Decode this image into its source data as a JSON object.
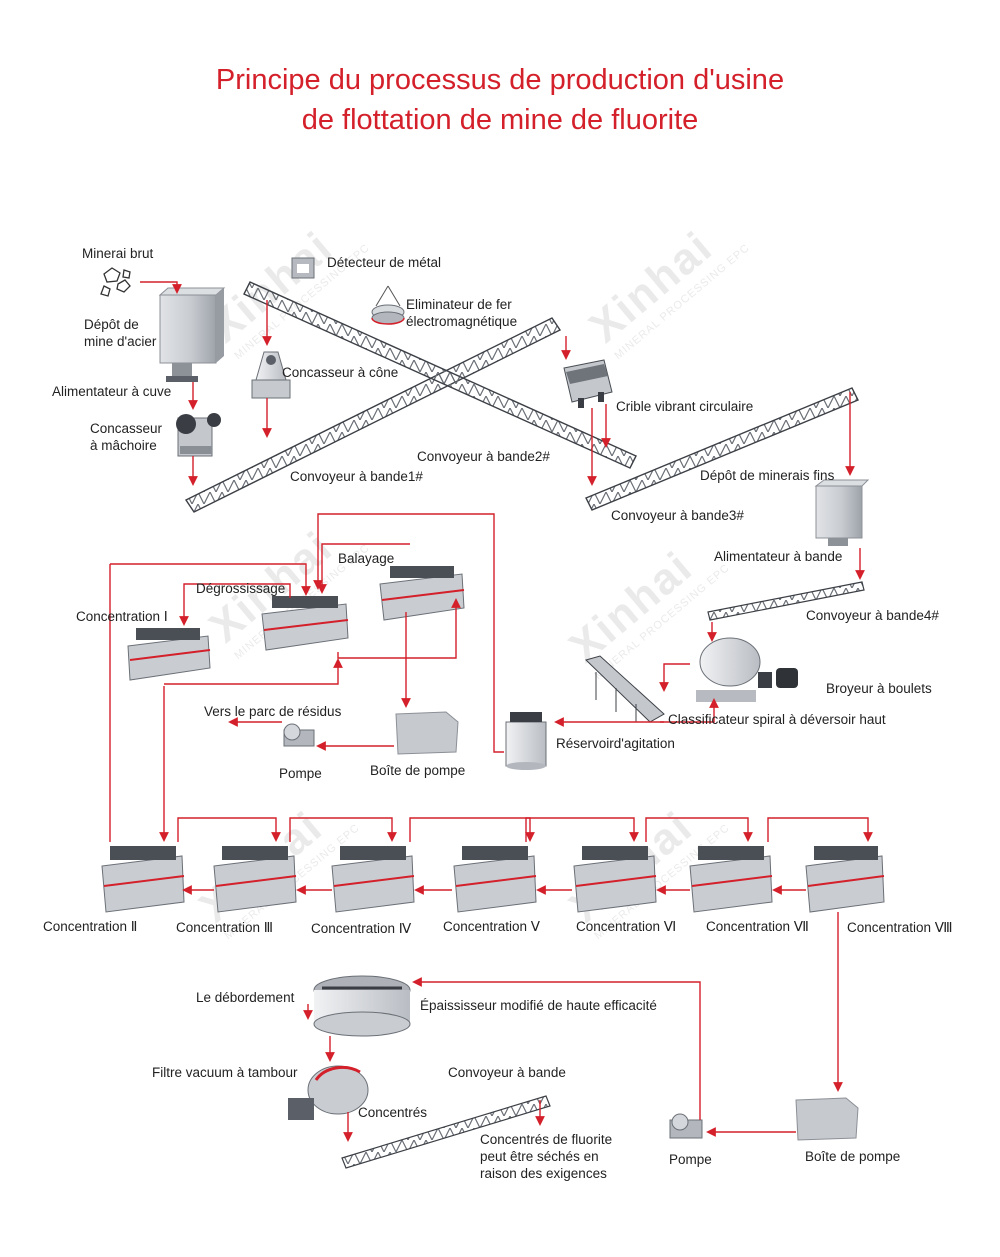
{
  "title": {
    "line1": "Principe du processus de production d'usine",
    "line2": "de flottation de mine de fluorite"
  },
  "watermark": {
    "brand": "Xinhai",
    "tagline": "MINERAL PROCESSING EPC"
  },
  "labels": {
    "raw_ore": "Minerai brut",
    "steel_bin_1": "Dépôt de",
    "steel_bin_2": "mine d'acier",
    "trough_feeder": "Alimentateur à cuve",
    "jaw_crusher_1": "Concasseur",
    "jaw_crusher_2": "à mâchoire",
    "metal_detector": "Détecteur de métal",
    "iron_remover_1": "Eliminateur de fer",
    "iron_remover_2": "électromagnétique",
    "cone_crusher": "Concasseur à cône",
    "vibrating_screen": "Crible vibrant circulaire",
    "conveyor_1": "Convoyeur à bande1#",
    "conveyor_2": "Convoyeur à bande2#",
    "conveyor_3": "Convoyeur à bande3#",
    "fine_ore_bin": "Dépôt de minerais fins",
    "belt_feeder": "Alimentateur à bande",
    "conveyor_4": "Convoyeur à bande4#",
    "ball_mill": "Broyeur à boulets",
    "spiral_classifier": "Classificateur spiral à déversoir haut",
    "agitation_tank": "Réservoird'agitation",
    "scavenging": "Balayage",
    "roughing": "Dégrossissage",
    "concentration_1": "Concentration Ⅰ",
    "to_tailings": "Vers le parc de résidus",
    "pump_1": "Pompe",
    "pump_box_1": "Boîte de pompe",
    "concentration_2": "Concentration Ⅱ",
    "concentration_3": "Concentration Ⅲ",
    "concentration_4": "Concentration Ⅳ",
    "concentration_5": "Concentration Ⅴ",
    "concentration_6": "Concentration Ⅵ",
    "concentration_7": "Concentration Ⅶ",
    "concentration_8": "Concentration Ⅷ",
    "overflow": "Le débordement",
    "thickener": "Épaississeur modifié de haute efficacité",
    "drum_filter": "Filtre vacuum à tambour",
    "conveyor_5": "Convoyeur à bande",
    "concentrates": "Concentrés",
    "fluorite_1": "Concentrés de fluorite",
    "fluorite_2": "peut être séchés en",
    "fluorite_3": "raison des exigences",
    "pump_2": "Pompe",
    "pump_box_2": "Boîte de pompe"
  },
  "colors": {
    "title": "#d4202a",
    "arrow": "#d4202a",
    "equipment": "#c9cdd2",
    "equipment_dark": "#4a4f55",
    "stripe": "#d4202a"
  }
}
